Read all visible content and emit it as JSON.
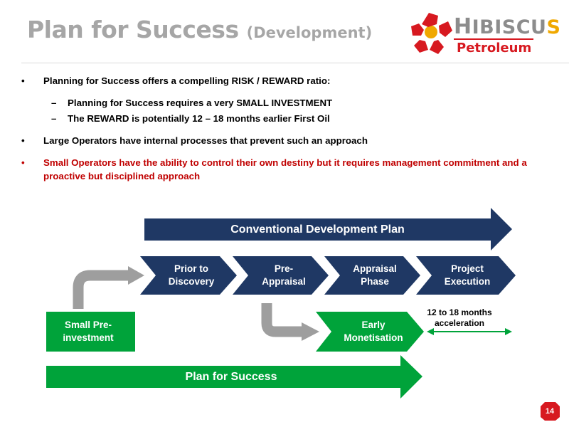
{
  "slide": {
    "title": "Plan for Success",
    "title_suffix": "(Development)",
    "page_number": "14"
  },
  "logo": {
    "name_first_letter": "H",
    "name_mid": "IBISCU",
    "name_last": "S",
    "subtitle": "Petroleum"
  },
  "bullets": {
    "b1": "Planning for Success offers a compelling RISK / REWARD ratio:",
    "b1_sub1": "Planning for Success requires a very SMALL INVESTMENT",
    "b1_sub2": "The REWARD is potentially 12 – 18 months earlier First Oil",
    "b2": "Large Operators have internal processes that prevent such an approach",
    "b3": "Small Operators have the ability to control their own destiny but it requires management commitment and a proactive but disciplined approach",
    "bullet_mark": "•",
    "dash_mark": "–"
  },
  "diagram": {
    "conventional_plan": "Conventional Development Plan",
    "stages": [
      "Prior to Discovery",
      "Pre-Appraisal",
      "Appraisal Phase",
      "Project Execution"
    ],
    "small_pre_investment": "Small Pre-investment",
    "early_monetisation": "Early Monetisation",
    "acceleration_note": "12 to 18 months acceleration",
    "plan_for_success": "Plan for Success"
  },
  "colors": {
    "navy": "#1f3864",
    "green": "#00a33a",
    "grey_arrow": "#9e9e9e",
    "title_grey": "#a6a6a6",
    "brand_red": "#d71920",
    "brand_orange": "#f0a800",
    "highlight_red": "#c00000"
  }
}
